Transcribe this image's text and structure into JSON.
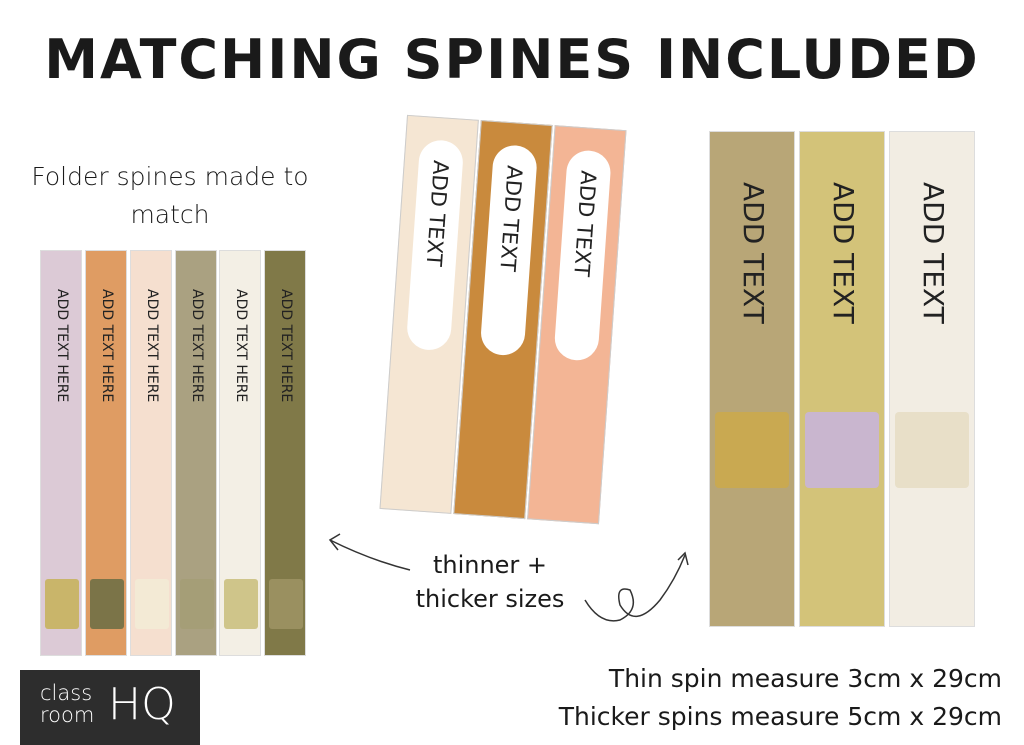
{
  "title": "MATCHING SPINES INCLUDED",
  "caption": "Folder spines made to match",
  "left_spines": {
    "label": "ADD TEXT HERE",
    "colors": [
      "#dccad6",
      "#df9c63",
      "#f5dfcf",
      "#aaa181",
      "#f3efe5",
      "#807948"
    ],
    "square_colors": [
      "#c9b56a",
      "#7b7448",
      "#f3ead5",
      "#a59e77",
      "#cfc58a",
      "#9a9060"
    ]
  },
  "middle_spines": {
    "label": "ADD TEXT",
    "colors": [
      "#f5e6d3",
      "#c98a3d",
      "#f3b595"
    ]
  },
  "right_spines": {
    "label": "ADD TEXT",
    "colors": [
      "#b8a677",
      "#d3c379",
      "#f2ede3"
    ],
    "square_colors": [
      "#c9a951",
      "#c9b6cf",
      "#e8dfc8"
    ]
  },
  "note": "thinner + thicker sizes",
  "measurements": [
    "Thin spin measure 3cm x 29cm",
    "Thicker spins measure 5cm x 29cm"
  ],
  "logo": {
    "line1": "class",
    "line2": "room",
    "mark": "HQ"
  }
}
